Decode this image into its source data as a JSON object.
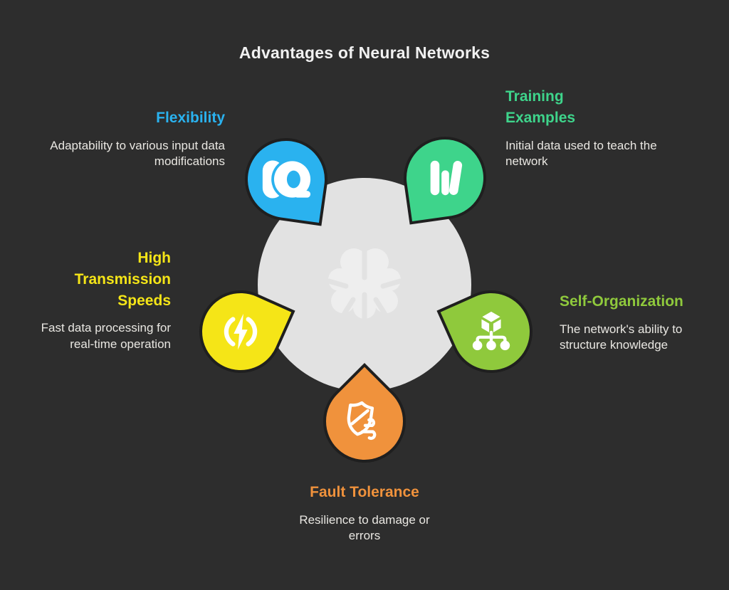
{
  "title": "Advantages of Neural Networks",
  "background_color": "#2d2d2d",
  "hub": {
    "icon": "brain-icon",
    "circle_color": "#e2e2e2",
    "brain_color": "#eeeeee"
  },
  "items": [
    {
      "id": "flexibility",
      "label": "Flexibility",
      "description": "Adaptability to various input data modifications",
      "color": "#2ab2ef",
      "icon": "tape-roll-icon",
      "position": "top-left"
    },
    {
      "id": "training-examples",
      "label": "Training Examples",
      "description": "Initial data used to teach the network",
      "color": "#3ed48b",
      "icon": "books-icon",
      "position": "top-right"
    },
    {
      "id": "self-organization",
      "label": "Self-Organization",
      "description": "The network's ability to structure knowledge",
      "color": "#8fc93c",
      "icon": "hierarchy-cube-icon",
      "position": "right"
    },
    {
      "id": "high-transmission-speeds",
      "label": "High Transmission Speeds",
      "description": "Fast data processing for real-time operation",
      "color": "#f5e517",
      "icon": "power-bolt-icon",
      "position": "left"
    },
    {
      "id": "fault-tolerance",
      "label": "Fault Tolerance",
      "description": "Resilience to damage or errors",
      "color": "#f0923c",
      "icon": "shield-wind-icon",
      "position": "bottom"
    }
  ],
  "text_color": "#e9e7e2",
  "outline_color": "#1f1f1f"
}
